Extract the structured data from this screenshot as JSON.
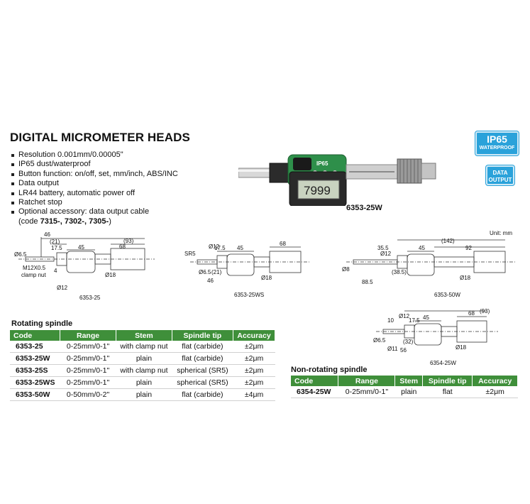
{
  "title": "DIGITAL MICROMETER HEADS",
  "features": [
    "Resolution 0.001mm/0.00005\"",
    "IP65 dust/waterproof",
    "Button function: on/off, set, mm/inch, ABS/INC",
    "Data output",
    "LR44 battery, automatic power off",
    "Ratchet stop",
    "Optional accessory: data output cable"
  ],
  "accessory_code_prefix": "(code ",
  "accessory_codes": "7315-, 7302-, 7305-",
  "accessory_code_suffix": ")",
  "badges": {
    "ip65": {
      "main": "IP65",
      "sub": "WATERPROOF"
    },
    "data_output": {
      "line1": "DATA",
      "line2": "OUTPUT"
    }
  },
  "product": {
    "model": "6353-25W",
    "display_value": "7999",
    "face_label": "IP65",
    "colors": {
      "body": "#2e8f4a",
      "badge": "#2aa2da",
      "table_header": "#3f8f3a"
    }
  },
  "unit_label": "Unit: mm",
  "drawings": {
    "d1": {
      "name": "6353-25",
      "dims": [
        "46",
        "(21)",
        "17.5",
        "45",
        "(93)",
        "68",
        "Ø6.5",
        "M12X0.5",
        "clamp nut",
        "4",
        "Ø12",
        "Ø18"
      ]
    },
    "d2": {
      "name": "6353-25WS",
      "dims": [
        "SR5",
        "Ø12",
        "17.5",
        "45",
        "68",
        "Ø6.5",
        "(21)",
        "46",
        "Ø18"
      ]
    },
    "d3": {
      "name": "6353-50W",
      "dims": [
        "(142)",
        "35.5",
        "45",
        "92",
        "Ø12",
        "Ø8",
        "(38.5)",
        "88.5",
        "Ø18"
      ]
    },
    "d4": {
      "name": "6354-25W",
      "dims": [
        "(93)",
        "10",
        "Ø12",
        "17.5",
        "45",
        "68",
        "Ø6.5",
        "(32)",
        "Ø11",
        "56",
        "Ø18"
      ]
    }
  },
  "rotating": {
    "title": "Rotating spindle",
    "headers": [
      "Code",
      "Range",
      "Stem",
      "Spindle tip",
      "Accuracy"
    ],
    "rows": [
      [
        "6353-25",
        "0-25mm/0-1\"",
        "with clamp nut",
        "flat (carbide)",
        "±2μm"
      ],
      [
        "6353-25W",
        "0-25mm/0-1\"",
        "plain",
        "flat (carbide)",
        "±2μm"
      ],
      [
        "6353-25S",
        "0-25mm/0-1\"",
        "with clamp nut",
        "spherical (SR5)",
        "±2μm"
      ],
      [
        "6353-25WS",
        "0-25mm/0-1\"",
        "plain",
        "spherical (SR5)",
        "±2μm"
      ],
      [
        "6353-50W",
        "0-50mm/0-2\"",
        "plain",
        "flat (carbide)",
        "±4μm"
      ]
    ]
  },
  "nonrotating": {
    "title": "Non-rotating spindle",
    "headers": [
      "Code",
      "Range",
      "Stem",
      "Spindle tip",
      "Accuracy"
    ],
    "rows": [
      [
        "6354-25W",
        "0-25mm/0-1\"",
        "plain",
        "flat",
        "±2μm"
      ]
    ]
  }
}
